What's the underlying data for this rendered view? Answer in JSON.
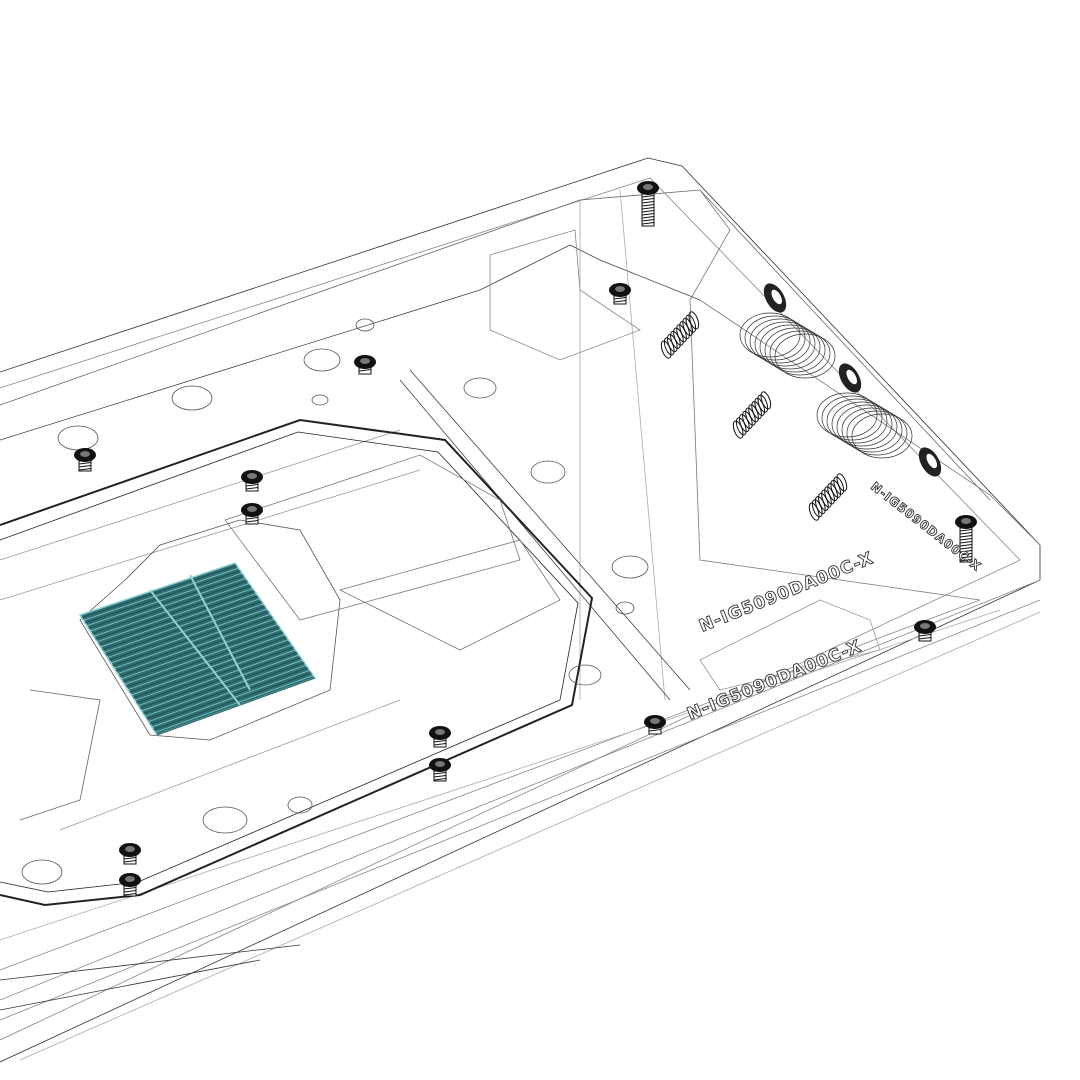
{
  "drawing": {
    "labels": [
      "N-IG5090DA00C-X",
      "N-IG5090DA00C-X",
      "N-IG5090DA00C-X"
    ],
    "colors": {
      "line": "#222222",
      "faint_line": "#9a9a9a",
      "heatsink_fins": "#2f6f72",
      "heatsink_highlight": "#8fd3d6",
      "background": "#ffffff"
    },
    "parts": [
      "water-block-body",
      "cold-plate",
      "heatsink-fins",
      "screws",
      "springs",
      "o-rings",
      "washers"
    ]
  }
}
